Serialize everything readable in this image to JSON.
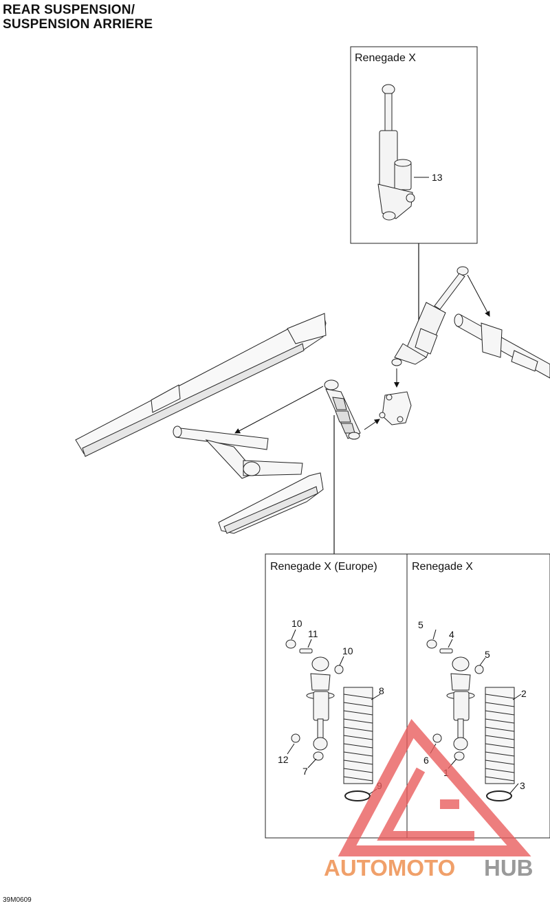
{
  "title": {
    "line1": "REAR SUSPENSION/",
    "line2": "SUSPENSION ARRIERE"
  },
  "figure_code": "39M0609",
  "boxes": {
    "top": "Renegade X",
    "bottom_left": "Renegade X (Europe)",
    "bottom_right": "Renegade X"
  },
  "callouts": {
    "c1": "1",
    "c2": "2",
    "c3": "3",
    "c4": "4",
    "c5a": "5",
    "c5b": "5",
    "c6": "6",
    "c7": "7",
    "c8": "8",
    "c9": "9",
    "c10a": "10",
    "c10b": "10",
    "c11": "11",
    "c12": "12",
    "c13": "13"
  },
  "watermark": {
    "part1": "AUTOMOTO",
    "part2": "HUB",
    "color1": "#f0a06a",
    "color2": "#9a9a9a",
    "triangle_color": "#e85b5b"
  }
}
